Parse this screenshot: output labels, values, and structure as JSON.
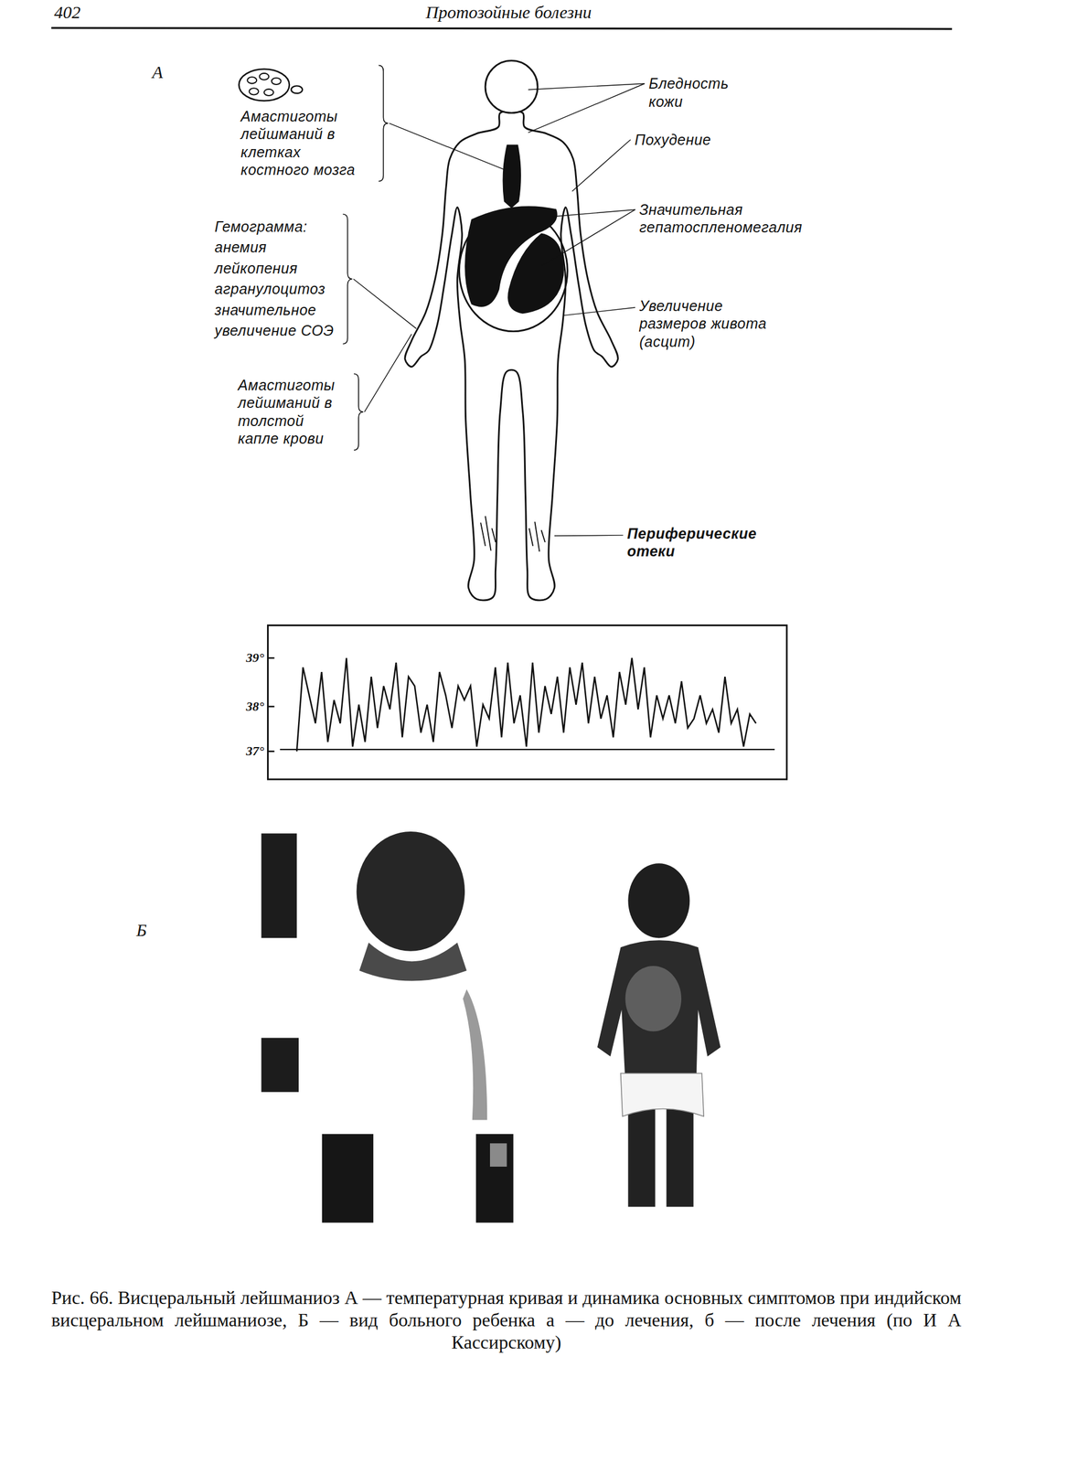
{
  "diagram": {
    "caption": "Рис. 66. Висцеральный лейшманиоз А — температурная кривая и динамика основных симптомов при индийском висцеральном лейшманиозе, Б — вид больного ребенка а — до лечения, б — после лечения (по И А Кассирскому)",
    "labels": [
      "402",
      "Протозойные болезни",
      "А",
      "Амастиготы лейшманий в клетках костного мозга",
      "Бледность кожи",
      "Похудение",
      "Значительная гепатоспленомегалия",
      "Гемограмма: анемия лейкопения агранулоцитоз значительное увеличение СОЭ",
      "Увеличение размеров живота (асцит)",
      "Амастиготы лейшманий в толстой капле крови",
      "Периферические отеки",
      "39°",
      "38°",
      "37°",
      "Б"
    ]
  }
}
